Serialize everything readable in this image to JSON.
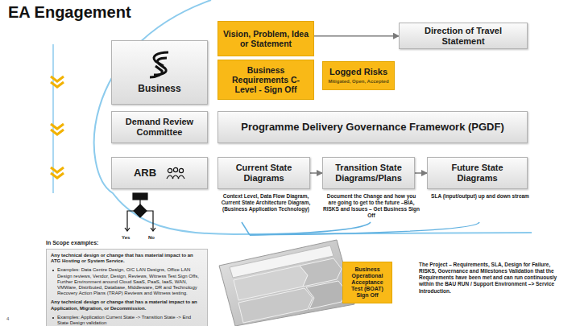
{
  "diagram": {
    "title": "EA Engagement",
    "nodes": [
      {
        "text": [
          "Business"
        ]
      },
      {
        "text": [
          "Vision, Problem, Idea or Statement"
        ]
      },
      {
        "text": [
          "Direction of Travel Statement"
        ]
      },
      {
        "text": [
          "Business Requirements C-Level - Sign Off"
        ]
      },
      {
        "text": [
          "Logged Risks",
          "Mitigated, Open, Accepted"
        ]
      },
      {
        "text": [
          "Demand Review Committee"
        ]
      },
      {
        "text": [
          "Programme Delivery Governance Framework (PGDF)"
        ]
      },
      {
        "text": [
          "ARB"
        ]
      },
      {
        "text": [
          "Current State Diagrams"
        ]
      },
      {
        "text": [
          "Transition State Diagrams/Plans"
        ]
      },
      {
        "text": [
          "Future State Diagrams"
        ]
      },
      {
        "text": [
          "In Scope examples:",
          "Any technical design or change that has material impact to an ATG Hosting or System Service.",
          "Examples: Data Centre Design, O/C LAN Designs, Office LAN Design reviews, Vendor, Design, Reviews, Witness Test Sign Offs, Further Environment around Cloud SaaS, PaaS, IaaS, WAN, VMWare, Distributed, Database, Middleware, DR and Technology Recovery Action Plans (TRAP) Reviews and Witness testing.",
          "Any technical design or change that has a material impact to an Application, Migration, or Decommission.",
          "Examples: Application Current State -> Transition State -> End State Design validation"
        ]
      },
      {
        "text": [
          "Business Operational Acceptance Test (BOAT) Sign Off"
        ]
      }
    ],
    "edges": [
      {
        "from": 1,
        "to": 2,
        "arrow": "to"
      },
      {
        "from": 8,
        "to": 9,
        "arrow": "to"
      },
      {
        "from": 9,
        "to": 10,
        "arrow": "to"
      }
    ],
    "labels": [
      "Yes",
      "No",
      "Context Level, Data Flow Diagram, Current State Architecture Diagram, (Business Application Technology)",
      "Document the Change and how you are going to get to the future –BIA, RISKS and Issues – Get Business Sign Off",
      "SLA (input/output) up and down stream",
      "The Project – Requirements, SLA, Design for Failure, RISKS, Governance and Milestones Validation that the Requirements have been met and can run continuously within the BAU RUN / Support Environment –> Service Introduction.",
      "4"
    ]
  }
}
